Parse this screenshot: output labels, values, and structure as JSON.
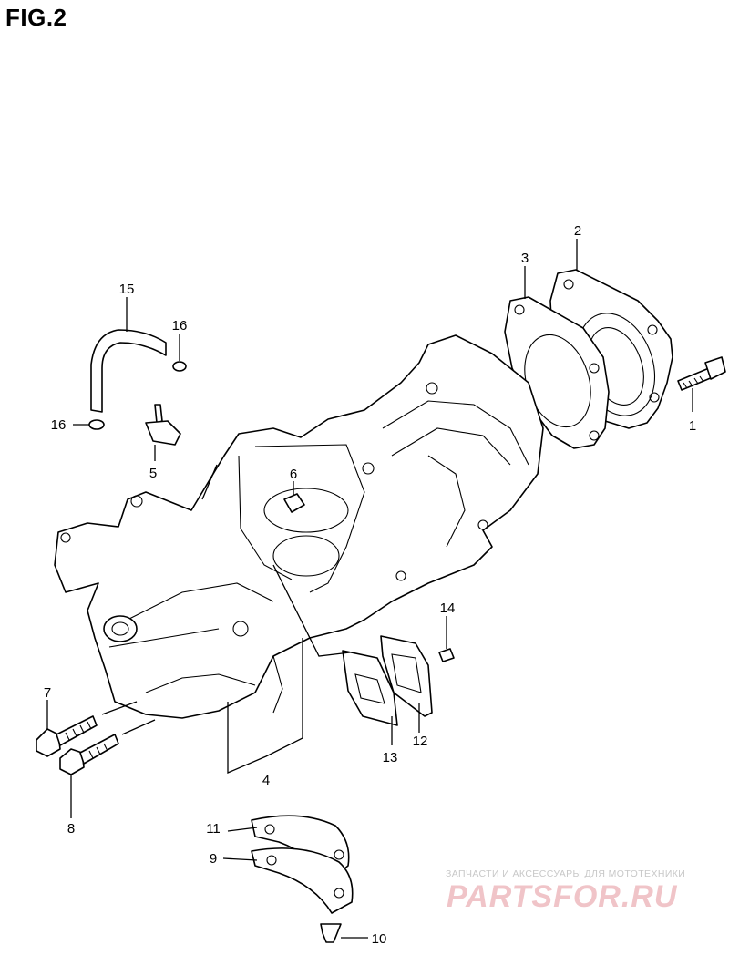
{
  "figure": {
    "title": "FIG.2"
  },
  "callouts": [
    {
      "id": "1",
      "label": "1"
    },
    {
      "id": "2",
      "label": "2"
    },
    {
      "id": "3",
      "label": "3"
    },
    {
      "id": "4",
      "label": "4"
    },
    {
      "id": "5",
      "label": "5"
    },
    {
      "id": "6",
      "label": "6"
    },
    {
      "id": "7",
      "label": "7"
    },
    {
      "id": "8",
      "label": "8"
    },
    {
      "id": "9",
      "label": "9"
    },
    {
      "id": "10",
      "label": "10"
    },
    {
      "id": "11",
      "label": "11"
    },
    {
      "id": "12",
      "label": "12"
    },
    {
      "id": "13",
      "label": "13"
    },
    {
      "id": "14",
      "label": "14"
    },
    {
      "id": "15",
      "label": "15"
    },
    {
      "id": "16a",
      "label": "16"
    },
    {
      "id": "16b",
      "label": "16"
    }
  ],
  "watermark": {
    "caption": "ЗАПЧАСТИ И АКСЕССУАРЫ ДЛЯ МОТОТЕХНИКИ",
    "brand": "PARTSFOR.RU",
    "color": "#f0c4c8"
  }
}
